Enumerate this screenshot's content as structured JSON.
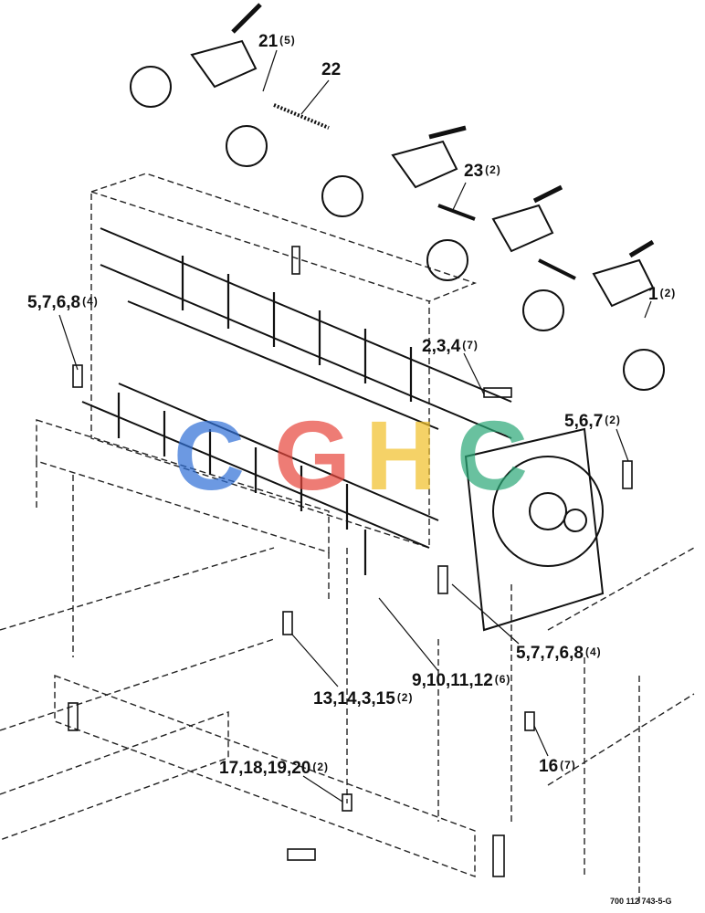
{
  "callouts": [
    {
      "id": "c1",
      "label": "21",
      "qty": "(5)"
    },
    {
      "id": "c2",
      "label": "22",
      "qty": ""
    },
    {
      "id": "c3",
      "label": "23",
      "qty": "(2)"
    },
    {
      "id": "c4",
      "label": "1",
      "qty": "(2)"
    },
    {
      "id": "c5",
      "label": "5,7,6,8",
      "qty": "(4)"
    },
    {
      "id": "c6",
      "label": "2,3,4",
      "qty": "(7)"
    },
    {
      "id": "c7",
      "label": "5,6,7",
      "qty": "(2)"
    },
    {
      "id": "c8",
      "label": "5,7,7,6,8",
      "qty": "(4)"
    },
    {
      "id": "c9",
      "label": "9,10,11,12",
      "qty": "(6)"
    },
    {
      "id": "c10",
      "label": "13,14,3,15",
      "qty": "(2)"
    },
    {
      "id": "c11",
      "label": "17,18,19,20",
      "qty": "(2)"
    },
    {
      "id": "c12",
      "label": "16",
      "qty": "(7)"
    }
  ],
  "drawing_number": "700 112 743-5-G",
  "watermark": {
    "letters": [
      "C",
      "G",
      "H",
      "C"
    ],
    "colors": [
      "#2f6fd6",
      "#e8463c",
      "#f2c028",
      "#2aa877"
    ]
  }
}
